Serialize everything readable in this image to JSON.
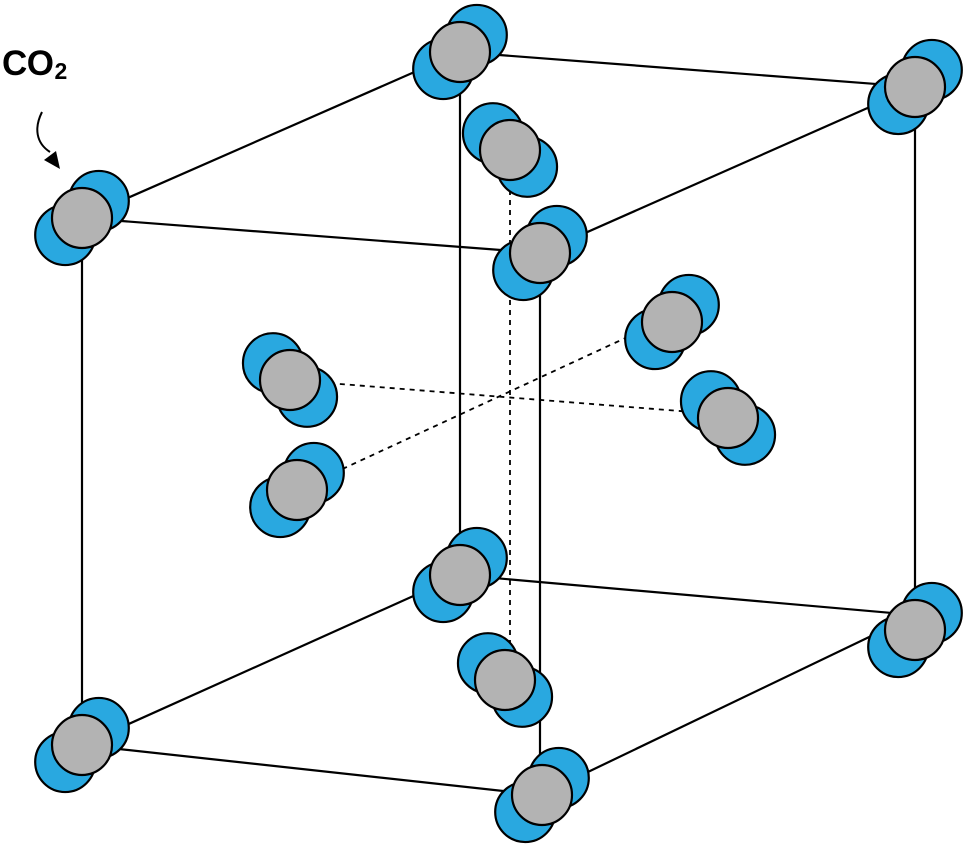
{
  "label": {
    "formula": "CO",
    "subscript": "2"
  },
  "colors": {
    "oxygen": "#29A8E0",
    "carbon": "#B3B3B3",
    "outline": "#000000",
    "background": "#FFFFFF"
  },
  "molecule": "carbon dioxide",
  "atoms": [
    "oxygen",
    "carbon",
    "oxygen"
  ],
  "arrow_icon": "curved-arrow-icon"
}
